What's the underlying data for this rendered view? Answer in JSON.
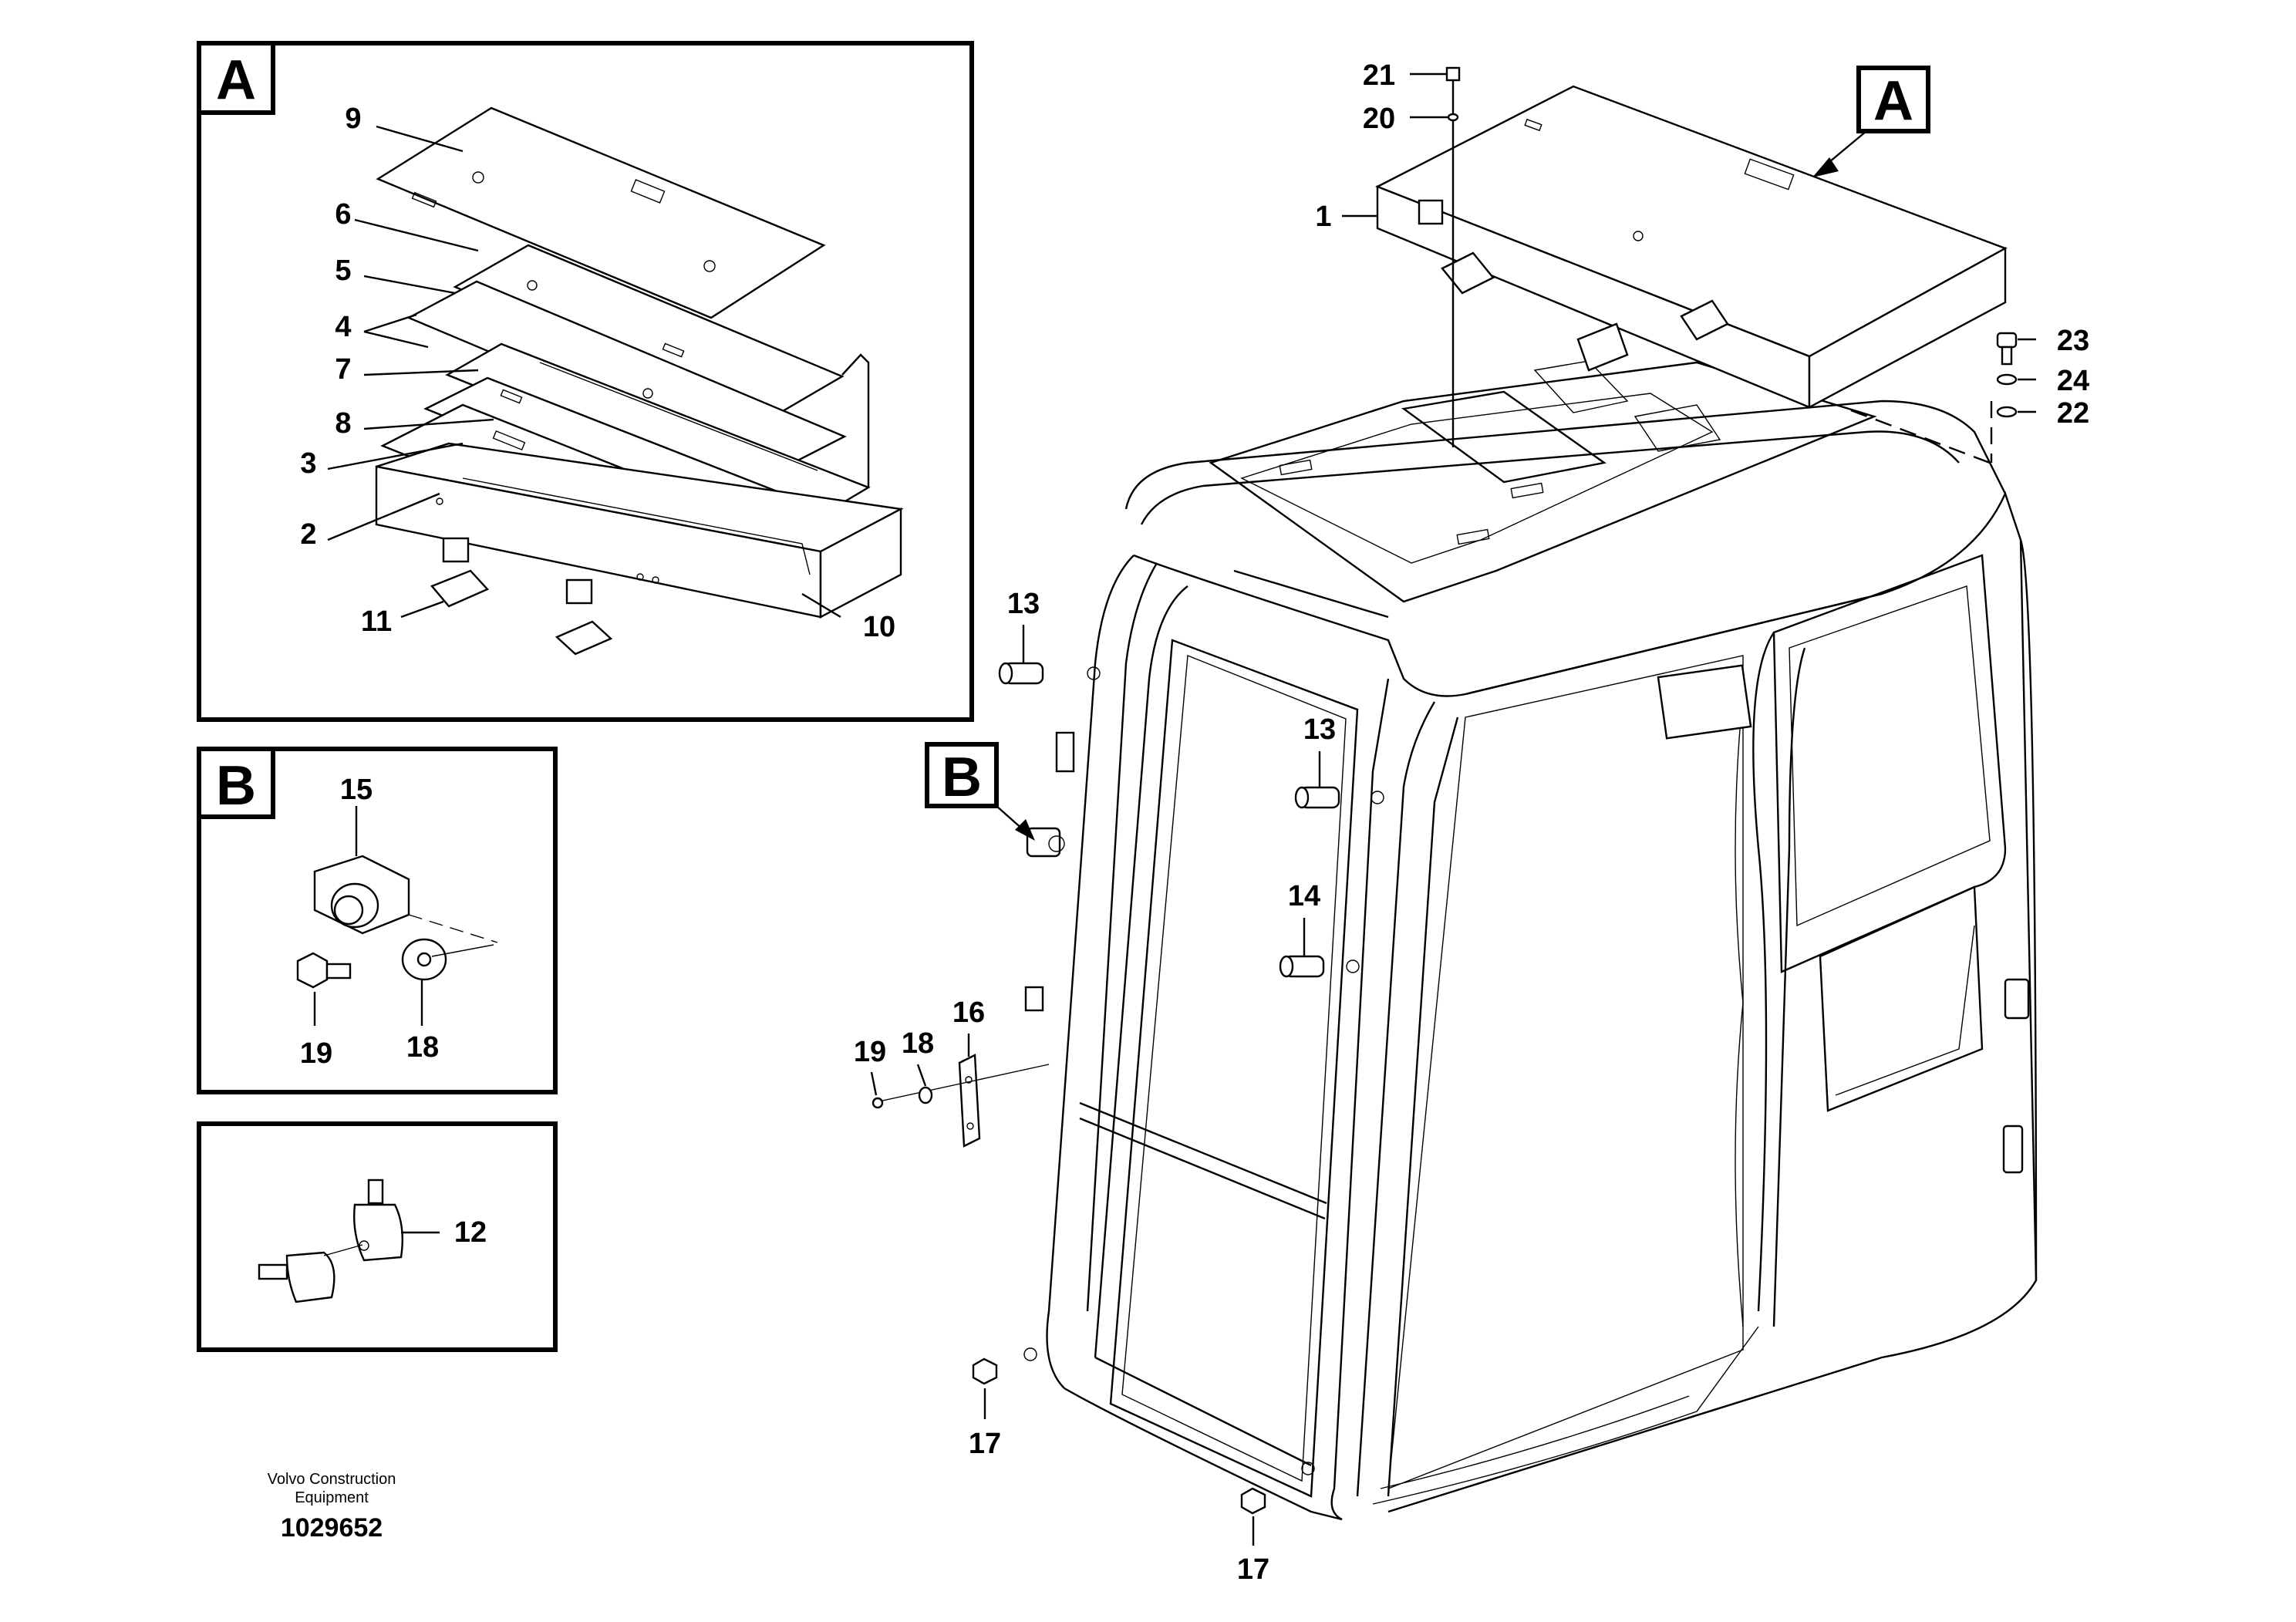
{
  "detail_a": {
    "letter": "A"
  },
  "detail_b": {
    "letter": "B"
  },
  "callout_a": {
    "letter": "A"
  },
  "callout_b": {
    "letter": "B"
  },
  "labels": {
    "p1": "1",
    "p2": "2",
    "p3": "3",
    "p4": "4",
    "p5": "5",
    "p6": "6",
    "p7": "7",
    "p8": "8",
    "p9": "9",
    "p10": "10",
    "p11": "11",
    "p12": "12",
    "p13": "13",
    "p14": "14",
    "p15": "15",
    "p16": "16",
    "p17": "17",
    "p18": "18",
    "p19": "19",
    "p20": "20",
    "p21": "21",
    "p22": "22",
    "p23": "23",
    "p24": "24"
  },
  "footer": {
    "company_line1": "Volvo Construction",
    "company_line2": "Equipment",
    "drawing_number": "1029652"
  }
}
